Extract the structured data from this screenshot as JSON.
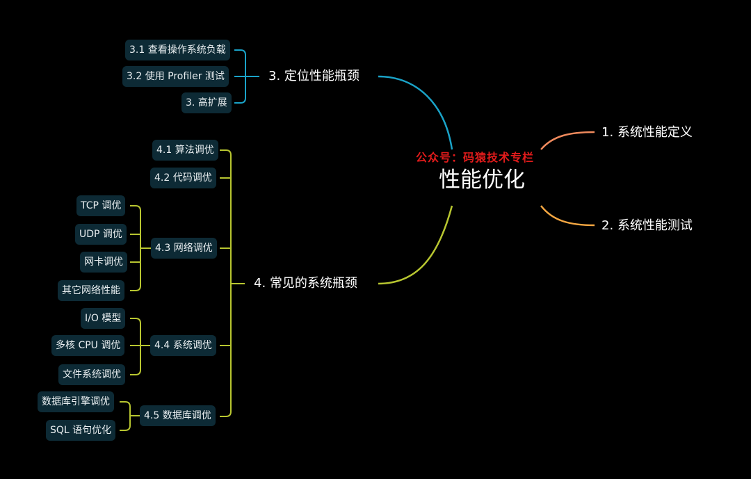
{
  "root": {
    "title": "性能优化",
    "watermark": "公众号：码猿技术专栏"
  },
  "branches": {
    "b1": {
      "label": "1. 系统性能定义"
    },
    "b2": {
      "label": "2. 系统性能测试"
    },
    "b3": {
      "label": "3. 定位性能瓶颈",
      "children": [
        "3.1 查看操作系统负载",
        "3.2 使用 Profiler 测试",
        "3. 高扩展"
      ]
    },
    "b4": {
      "label": "4. 常见的系统瓶颈",
      "n41": "4.1 算法调优",
      "n42": "4.2 代码调优",
      "n43": {
        "label": "4.3 网络调优",
        "children": [
          "TCP 调优",
          "UDP 调优",
          "网卡调优",
          "其它网络性能"
        ]
      },
      "n44": {
        "label": "4.4 系统调优",
        "children": [
          "I/O 模型",
          "多核 CPU 调优",
          "文件系统调优"
        ]
      },
      "n45": {
        "label": "4.5 数据库调优",
        "children": [
          "数据库引擎调优",
          "SQL 语句优化"
        ]
      }
    }
  },
  "colors": {
    "background": "#000000",
    "node_fill": "#0d2a35",
    "branch1": "#f08a5d",
    "branch2": "#f5a742",
    "branch3": "#1aa3c8",
    "branch4": "#b8c630",
    "watermark": "#e01b1b"
  }
}
